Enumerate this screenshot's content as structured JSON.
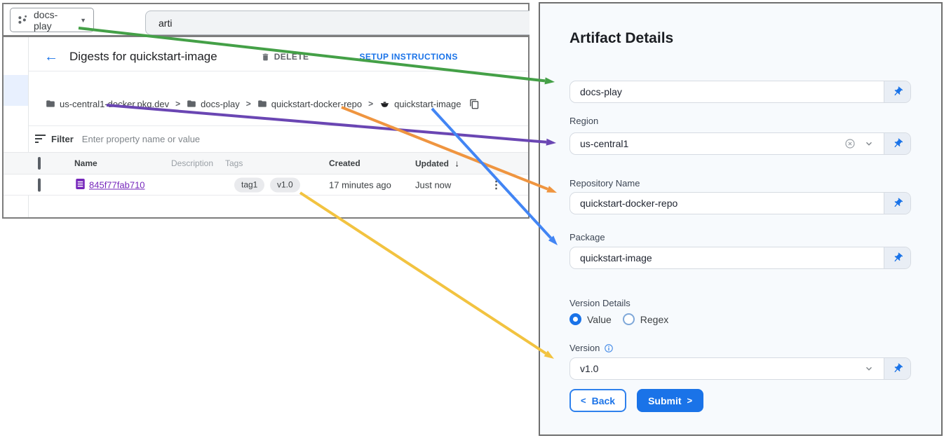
{
  "console": {
    "project_picker": {
      "label": "docs-play"
    },
    "search": {
      "value": "arti"
    },
    "toolbar": {
      "title": "Digests for quickstart-image",
      "delete_label": "DELETE",
      "setup_label": "SETUP INSTRUCTIONS"
    },
    "breadcrumb": {
      "separator": ">",
      "registry": "us-central1-docker.pkg.dev",
      "project": "docs-play",
      "repository": "quickstart-docker-repo",
      "image": "quickstart-image"
    },
    "filter": {
      "label": "Filter",
      "placeholder": "Enter property name or value"
    },
    "table": {
      "columns": {
        "name": "Name",
        "description": "Description",
        "tags": "Tags",
        "created": "Created",
        "updated": "Updated"
      },
      "row": {
        "digest": "845f77fab710",
        "tags": [
          "tag1",
          "v1.0"
        ],
        "created": "17 minutes ago",
        "updated": "Just now"
      }
    }
  },
  "panel": {
    "title": "Artifact Details",
    "project_field": {
      "value": "docs-play"
    },
    "region_field": {
      "label": "Region",
      "value": "us-central1"
    },
    "repository_field": {
      "label": "Repository Name",
      "value": "quickstart-docker-repo"
    },
    "package_field": {
      "label": "Package",
      "value": "quickstart-image"
    },
    "version_details": {
      "label": "Version Details",
      "options": [
        "Value",
        "Regex"
      ],
      "selected": "Value"
    },
    "version_field": {
      "label": "Version",
      "value": "v1.0"
    },
    "actions": {
      "back": {
        "chevron": "<",
        "label": "Back"
      },
      "submit": {
        "label": "Submit",
        "chevron": ">"
      }
    }
  },
  "icons": {
    "back_arrow": "←",
    "caret_down": "▼",
    "sort_desc": "↓",
    "overflow": "⋮"
  },
  "colors": {
    "arrow_green": "#44a047",
    "arrow_purple": "#6a46b3",
    "arrow_orange": "#ef9540",
    "arrow_blue": "#4285f4",
    "arrow_yellow": "#f2c340",
    "accent_blue": "#1a73e8",
    "link_purple": "#7627bb"
  }
}
